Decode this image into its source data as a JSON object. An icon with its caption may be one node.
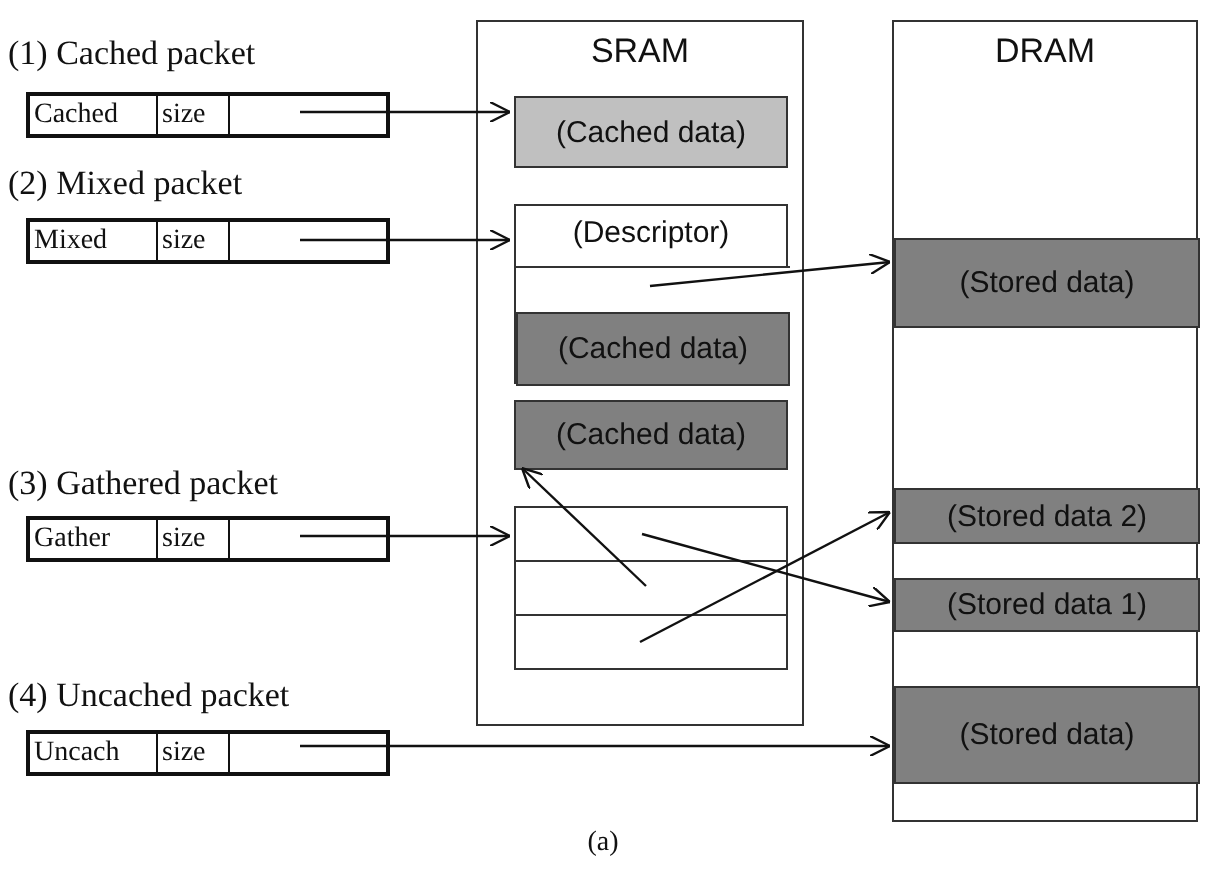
{
  "diagram": {
    "nodes": [
      {
        "text": [
          "(1) Cached packet",
          "Cached",
          "size"
        ]
      },
      {
        "text": [
          "(2) Mixed packet",
          "Mixed",
          "size"
        ]
      },
      {
        "text": [
          "(3) Gathered packet",
          "Gather",
          "size"
        ]
      },
      {
        "text": [
          "(4) Uncached packet",
          "Uncach",
          "size"
        ]
      },
      {
        "text": [
          "SRAM"
        ]
      },
      {
        "text": [
          "(Cached data)"
        ],
        "in": 4
      },
      {
        "text": [
          "(Descriptor)"
        ],
        "in": 4
      },
      {
        "text": [],
        "shape": "box",
        "in": 6
      },
      {
        "text": [
          "(Cached data)"
        ],
        "in": 6
      },
      {
        "text": [
          "(Cached data)"
        ],
        "in": 4
      },
      {
        "text": [],
        "shape": "box",
        "in": 4
      },
      {
        "text": [
          "DRAM"
        ]
      },
      {
        "text": [
          "(Stored data)"
        ],
        "in": 11
      },
      {
        "text": [
          "(Stored data 2)"
        ],
        "in": 11
      },
      {
        "text": [
          "(Stored data 1)"
        ],
        "in": 11
      },
      {
        "text": [
          "(Stored data)"
        ],
        "in": 11
      }
    ],
    "edges": [
      {
        "from": 0,
        "to": 5,
        "arrow": "to"
      },
      {
        "from": 1,
        "to": 6,
        "arrow": "to"
      },
      {
        "from": 7,
        "to": 12,
        "arrow": "to"
      },
      {
        "from": 2,
        "to": 10,
        "arrow": "to"
      },
      {
        "from": 10,
        "to": 9,
        "arrow": "to"
      },
      {
        "from": 10,
        "to": 14,
        "arrow": "to"
      },
      {
        "from": 10,
        "to": 13,
        "arrow": "to"
      },
      {
        "from": 3,
        "to": 15,
        "arrow": "to"
      }
    ],
    "caption": "(a)"
  }
}
